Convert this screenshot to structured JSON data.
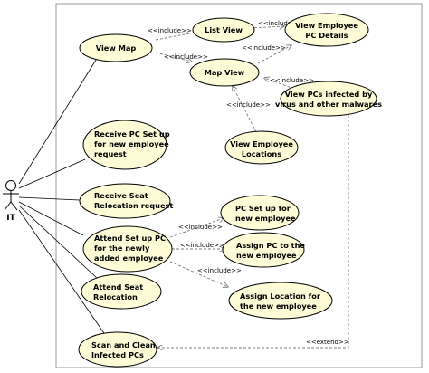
{
  "actor": {
    "name": "IT"
  },
  "system_boundary": {
    "title": ""
  },
  "use_cases": {
    "view_map": "View Map",
    "list_view": "List View",
    "view_employee_pc_details": [
      "View Employee",
      "PC Details"
    ],
    "map_view": "Map View",
    "view_pcs_infected": [
      "View PCs infected by",
      "virus and other malwares"
    ],
    "view_employee_locations": [
      "View Employee",
      "Locations"
    ],
    "receive_pc_setup": [
      "Receive PC Set up",
      "for new employee",
      "request"
    ],
    "receive_seat_relocation": [
      "Receive Seat",
      "Relocation request"
    ],
    "attend_pc_setup": [
      "Attend Set up PC",
      "for the newly",
      "added employee"
    ],
    "pc_setup_new_employee": [
      "PC Set up for",
      "new employee"
    ],
    "assign_pc_new_employee": [
      "Assign PC to the",
      "new employee"
    ],
    "assign_location_new_employee": [
      "Assign Location for",
      "the new employee"
    ],
    "attend_seat_relocation": [
      "Attend Seat",
      "Relocation"
    ],
    "scan_clean_infected": [
      "Scan and Clean",
      "Infected PCs"
    ]
  },
  "relations": {
    "include": "<<include>>",
    "extend": "<<extend>>"
  },
  "colors": {
    "usecase_fill": "#fdfcd6",
    "usecase_stroke": "#000000",
    "dashed_line": "#7a7a7a",
    "boundary_stroke": "#9a9a9a"
  }
}
